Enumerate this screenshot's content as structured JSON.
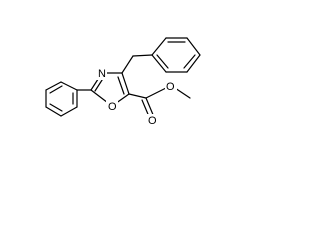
{
  "molecule": {
    "atom_labels": {
      "ring_nitrogen": "N",
      "ring_oxygen": "O",
      "carbonyl_oxygen": "O",
      "ester_oxygen": "O"
    }
  },
  "colors": {
    "bond": "#000000",
    "background": "#ffffff"
  }
}
